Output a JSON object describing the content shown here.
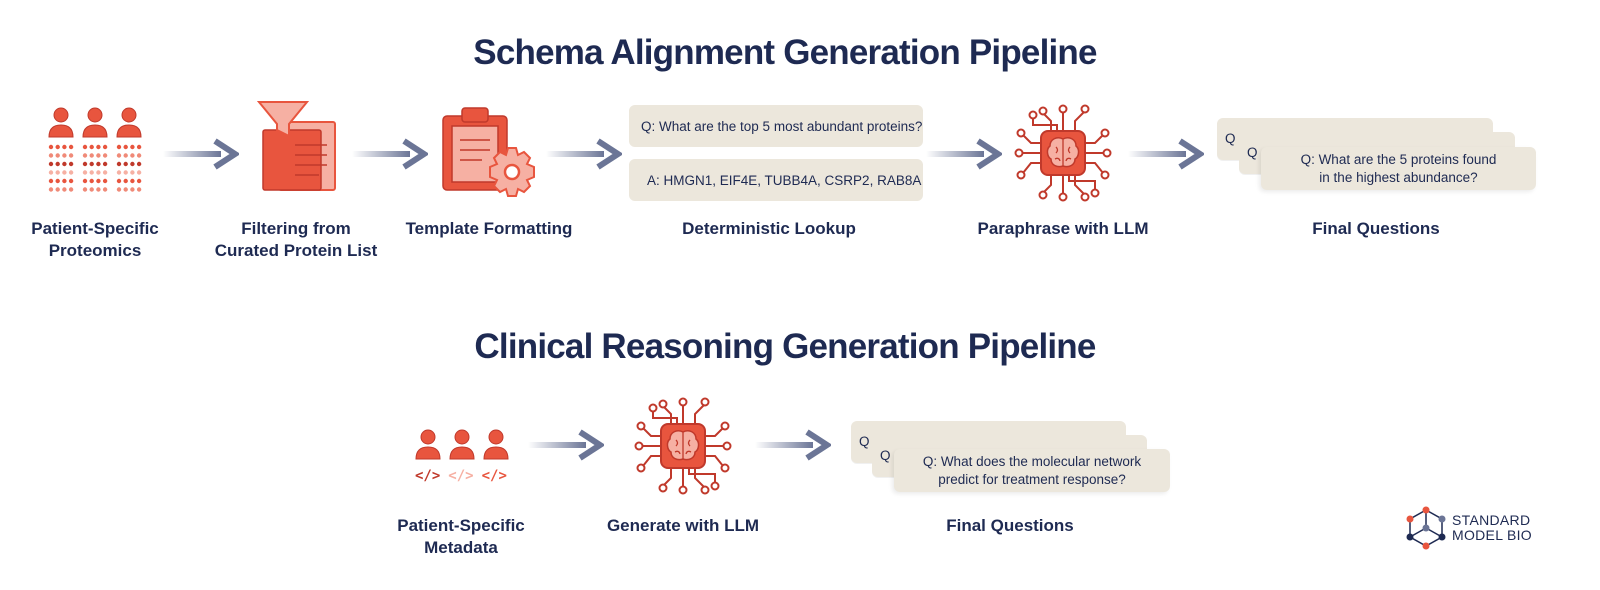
{
  "schema_pipeline": {
    "title": "Schema Alignment Generation Pipeline",
    "steps": [
      {
        "label_lines": [
          "Patient-Specific",
          "Proteomics"
        ],
        "icon": "patients-proteomics-icon"
      },
      {
        "label_lines": [
          "Filtering from",
          "Curated Protein List"
        ],
        "icon": "filter-documents-icon"
      },
      {
        "label_lines": [
          "Template Formatting"
        ],
        "icon": "clipboard-gear-icon"
      },
      {
        "label_lines": [
          "Deterministic Lookup"
        ],
        "icon": "qa-cards"
      },
      {
        "label_lines": [
          "Paraphrase with LLM"
        ],
        "icon": "brain-chip-icon"
      },
      {
        "label_lines": [
          "Final Questions"
        ],
        "icon": "question-card-stack"
      }
    ],
    "lookup_question": "Q: What are the top 5 most abundant proteins?",
    "lookup_answer": "A: HMGN1, EIF4E, TUBB4A, CSRP2, RAB8A",
    "final_question_lines": [
      "Q: What are the 5 proteins found",
      "in the highest abundance?"
    ],
    "back_card_text": "Q"
  },
  "clinical_pipeline": {
    "title": "Clinical Reasoning Generation Pipeline",
    "steps": [
      {
        "label_lines": [
          "Patient-Specific",
          "Metadata"
        ],
        "icon": "patients-metadata-icon"
      },
      {
        "label_lines": [
          "Generate with LLM"
        ],
        "icon": "brain-chip-icon"
      },
      {
        "label_lines": [
          "Final Questions"
        ],
        "icon": "question-card-stack"
      }
    ],
    "code_tags": [
      "</>",
      "</>",
      "</>"
    ],
    "final_question_lines": [
      "Q: What does the molecular network",
      "predict for treatment response?"
    ],
    "back_card_text": "Q"
  },
  "logo": {
    "line1": "STANDARD",
    "line2": "MODEL BIO"
  },
  "colors": {
    "navy": "#1e2a52",
    "accent_red": "#e8553e",
    "accent_light": "#f6b0a3",
    "dark_red": "#c0392b",
    "card_beige": "#ece7dc",
    "arrow_gray": "#6b7596"
  }
}
